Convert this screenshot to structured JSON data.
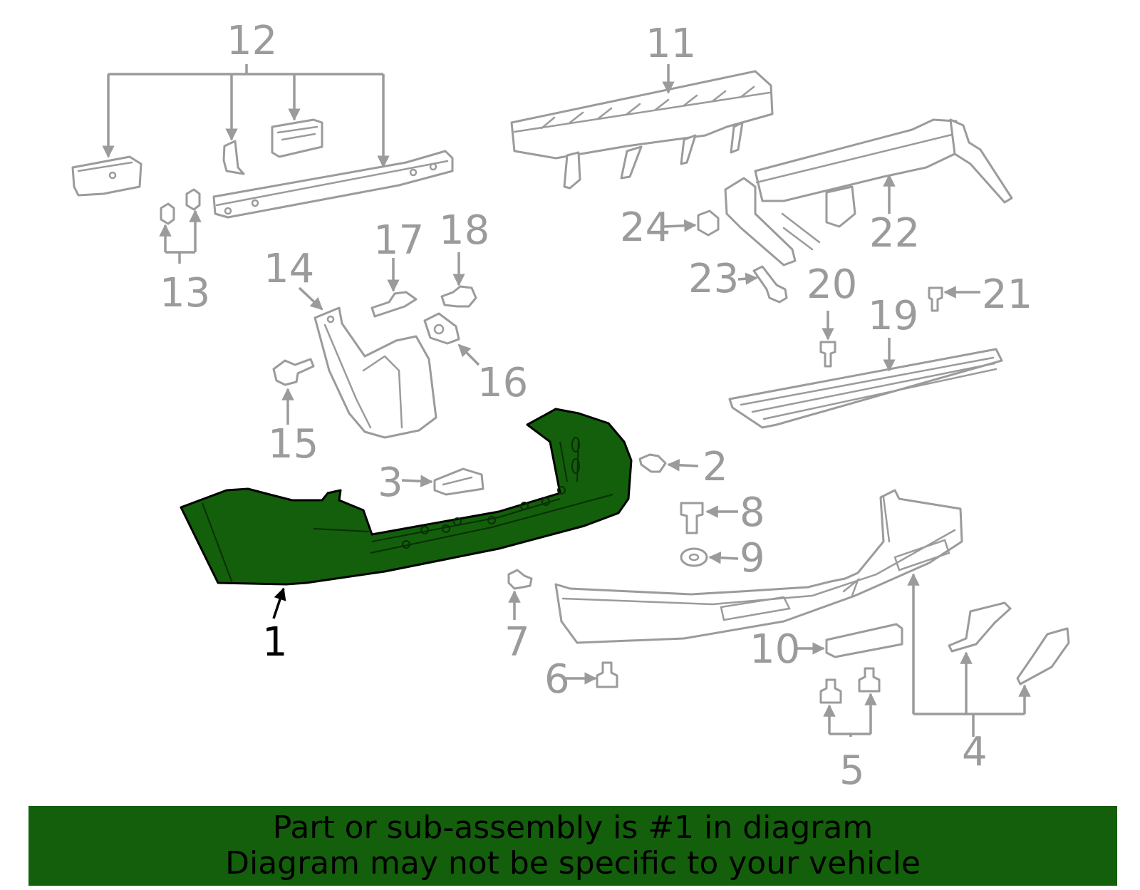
{
  "diagram": {
    "highlight_color": "#135f0b",
    "callouts": [
      "1",
      "2",
      "3",
      "4",
      "5",
      "6",
      "7",
      "8",
      "9",
      "10",
      "11",
      "12",
      "13",
      "14",
      "15",
      "16",
      "17",
      "18",
      "19",
      "20",
      "21",
      "22",
      "23",
      "24"
    ]
  },
  "banner": {
    "line1": "Part or sub-assembly is #1 in diagram",
    "line2": "Diagram may not be specific to your vehicle"
  }
}
